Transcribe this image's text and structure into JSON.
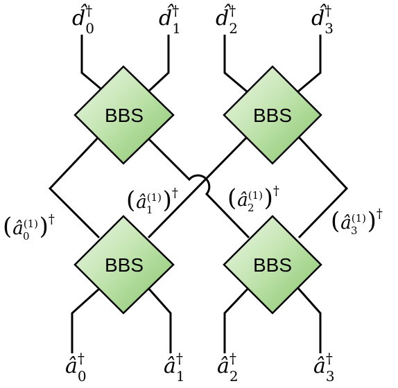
{
  "top_labels": [
    {
      "base": "d̂",
      "sub": "0",
      "sup": "†"
    },
    {
      "base": "d̂",
      "sub": "1",
      "sup": "†"
    },
    {
      "base": "d̂",
      "sub": "2",
      "sup": "†"
    },
    {
      "base": "d̂",
      "sub": "3",
      "sup": "†"
    }
  ],
  "bottom_labels": [
    {
      "base": "â",
      "sub": "0",
      "sup": "†"
    },
    {
      "base": "â",
      "sub": "1",
      "sup": "†"
    },
    {
      "base": "â",
      "sub": "2",
      "sup": "†"
    },
    {
      "base": "â",
      "sub": "3",
      "sup": "†"
    }
  ],
  "mid_labels": [
    {
      "open": "(",
      "base": "â",
      "sub": "0",
      "sup_inner": "(1)",
      "close": ")",
      "sup": "†"
    },
    {
      "open": "(",
      "base": "â",
      "sub": "1",
      "sup_inner": "(1)",
      "close": ")",
      "sup": "†"
    },
    {
      "open": "(",
      "base": "â",
      "sub": "2",
      "sup_inner": "(1)",
      "close": ")",
      "sup": "†"
    },
    {
      "open": "(",
      "base": "â",
      "sub": "3",
      "sup_inner": "(1)",
      "close": ")",
      "sup": "†"
    }
  ],
  "bbs": {
    "label": "BBS",
    "count": 4
  },
  "colors": {
    "box_light": "#eef7e8",
    "box_dark": "#8ecb72",
    "line": "#000000"
  }
}
